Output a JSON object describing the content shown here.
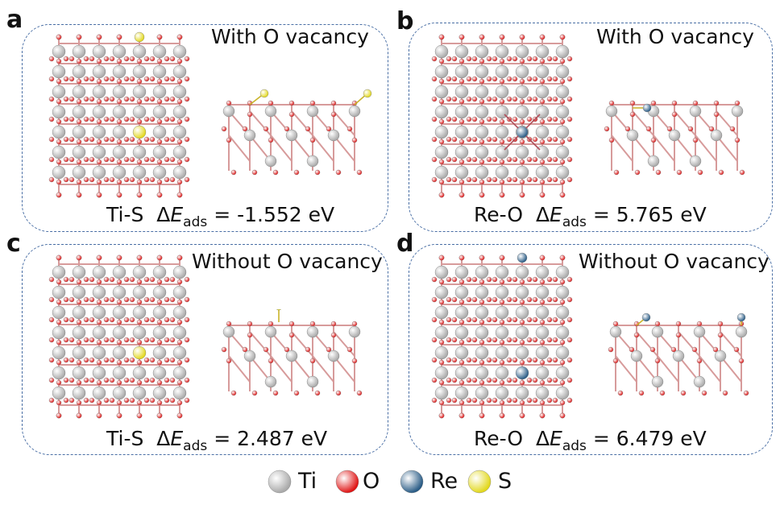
{
  "panels": [
    {
      "letter": "a",
      "condition": "With O vacancy",
      "pair": "Ti-S",
      "delta": "Δ",
      "E": "E",
      "sub": "ads",
      "value": "= -1.552 eV"
    },
    {
      "letter": "b",
      "condition": "With O vacancy",
      "pair": "Re-O",
      "delta": "Δ",
      "E": "E",
      "sub": "ads",
      "value": "= 5.765 eV"
    },
    {
      "letter": "c",
      "condition": "Without O vacancy",
      "pair": "Ti-S",
      "delta": "Δ",
      "E": "E",
      "sub": "ads",
      "value": "= 2.487 eV"
    },
    {
      "letter": "d",
      "condition": "Without O vacancy",
      "pair": "Re-O",
      "delta": "Δ",
      "E": "E",
      "sub": "ads",
      "value": "= 6.479 eV"
    }
  ],
  "legend": [
    {
      "label": "Ti",
      "color": "#a9a9a9"
    },
    {
      "label": "O",
      "color": "#e01515"
    },
    {
      "label": "Re",
      "color": "#2a5c86"
    },
    {
      "label": "S",
      "color": "#e2d81c"
    }
  ]
}
